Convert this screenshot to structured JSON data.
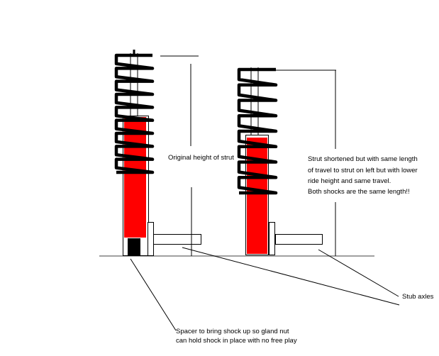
{
  "labels": {
    "original_height": "Original height of strut",
    "shortened_lines": [
      "Strut shortened but with same length",
      "of travel to strut on left but with lower",
      "ride height and same travel.",
      "Both shocks are the same length!!"
    ],
    "stub_axles": "Stub axles",
    "spacer_lines": [
      "Spacer to bring shock up so gland nut",
      "can hold shock in place with no free play"
    ]
  },
  "colors": {
    "shock_body": "#ff0000",
    "spacer": "#000000",
    "ground": "#808080"
  }
}
